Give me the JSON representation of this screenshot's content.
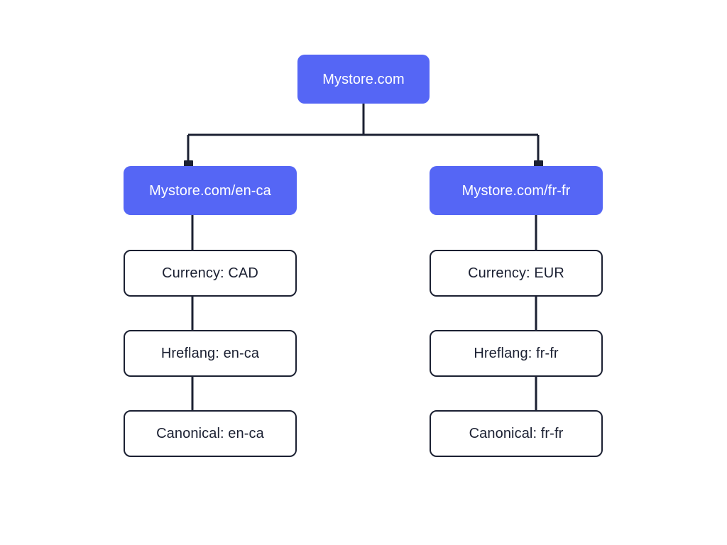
{
  "diagram": {
    "type": "tree",
    "background_color": "#ffffff",
    "accent_color": "#5566f5",
    "line_color": "#1b2032",
    "text_color_on_accent": "#ffffff",
    "text_color_on_white": "#1b2032",
    "root": {
      "label": "Mystore.com"
    },
    "branches": [
      {
        "locale": "en-ca",
        "label": "Mystore.com/en-ca",
        "details": [
          {
            "label": "Currency: CAD"
          },
          {
            "label": "Hreflang: en-ca"
          },
          {
            "label": "Canonical: en-ca"
          }
        ]
      },
      {
        "locale": "fr-fr",
        "label": "Mystore.com/fr-fr",
        "details": [
          {
            "label": "Currency: EUR"
          },
          {
            "label": "Hreflang: fr-fr"
          },
          {
            "label": "Canonical: fr-fr"
          }
        ]
      }
    ]
  }
}
